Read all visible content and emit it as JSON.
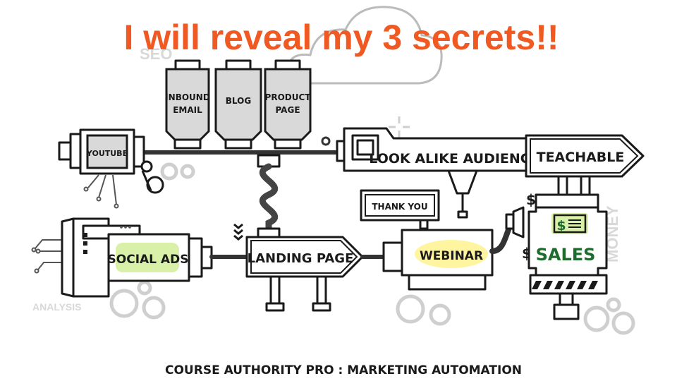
{
  "headline": "I will reveal my 3 secrets!!",
  "footer": "COURSE AUTHORITY PRO : MARKETING AUTOMATION",
  "colors": {
    "headline": "#f05a22",
    "highlight_green": "#d9f0a8",
    "highlight_yellow": "#fff4a0",
    "sales_green": "#1e6b2e",
    "faint_text": "#d8d8d8"
  },
  "background_labels": {
    "seo": "SEO",
    "analysis": "ANALYSIS",
    "money": "MONEY"
  },
  "nodes": {
    "inbound_email": [
      "INBOUND",
      "EMAIL"
    ],
    "blog": "BLOG",
    "product_page": [
      "PRODUCT",
      "PAGE"
    ],
    "youtube": "YOUTUBE",
    "look_alike": "LOOK ALIKE AUDIENCE",
    "teachable": "TEACHABLE",
    "thank_you": "THANK YOU",
    "social_ads": "SOCIAL ADS",
    "landing_page": "LANDING PAGE",
    "webinar": "WEBINAR",
    "sales": "SALES",
    "dollar": "$"
  }
}
